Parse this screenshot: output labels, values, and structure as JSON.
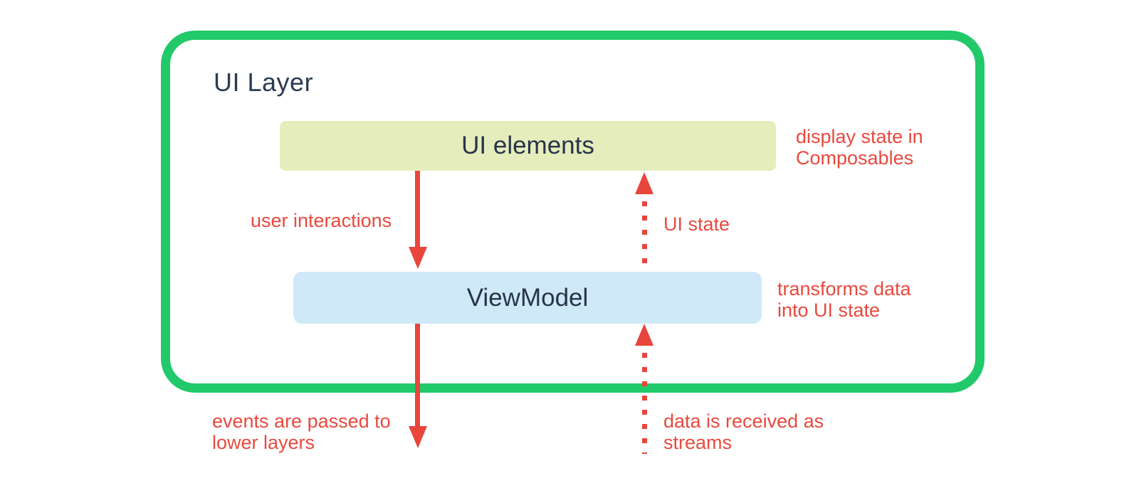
{
  "colors": {
    "container_border_green": "#22c96a",
    "ui_elements_box_bg": "#e6edbd",
    "viewmodel_box_bg": "#cfe9f9",
    "arrow_label_red": "#e8493e",
    "heading_text_dark": "#2c3b52"
  },
  "diagram": {
    "title": "UI Layer",
    "nodes": {
      "ui_elements": {
        "label": "UI elements",
        "annotation": "display state in\nComposables"
      },
      "viewmodel": {
        "label": "ViewModel",
        "annotation": "transforms data\ninto UI state"
      }
    },
    "flows": {
      "user_interactions": {
        "label": "user interactions",
        "style": "solid",
        "direction": "down"
      },
      "ui_state": {
        "label": "UI state",
        "style": "dotted",
        "direction": "up"
      },
      "events_to_lower_layers": {
        "label": "events are passed to\nlower layers",
        "style": "solid",
        "direction": "down"
      },
      "data_streams": {
        "label": "data is received as\nstreams",
        "style": "dotted",
        "direction": "up"
      }
    }
  }
}
